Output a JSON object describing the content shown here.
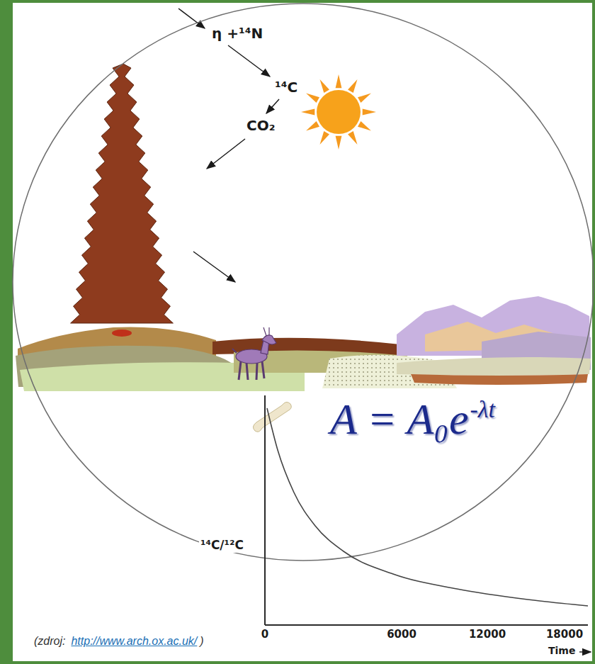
{
  "diagram": {
    "nodes": [
      {
        "text": [
          "A = A₀e",
          "-λt"
        ]
      }
    ],
    "labels": [
      "η +¹⁴N",
      "¹⁴C",
      "CO₂",
      "¹⁴C/¹²C",
      "0",
      "6000",
      "12000",
      "18000",
      "Time",
      "(zdroj:",
      "http://www.arch.ox.ac.uk/",
      ")"
    ]
  }
}
